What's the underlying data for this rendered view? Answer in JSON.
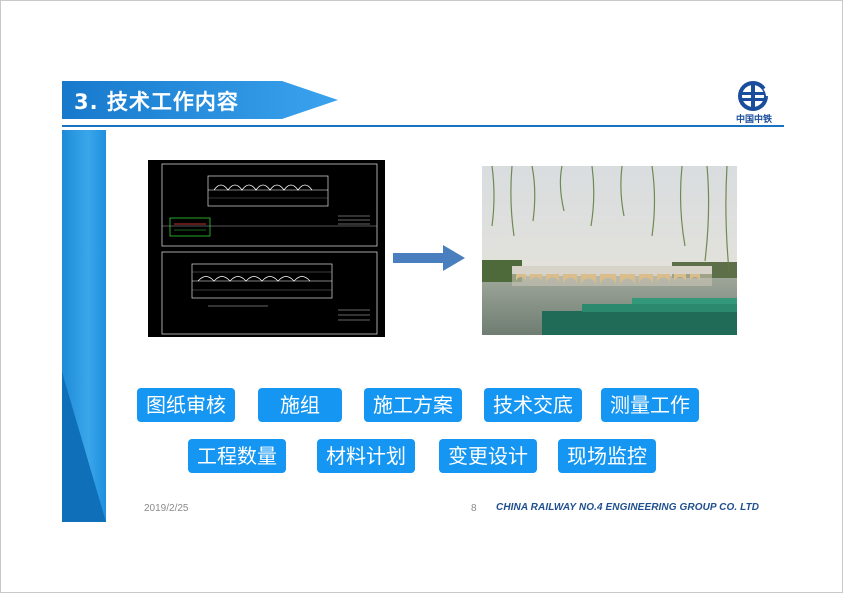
{
  "slide": {
    "title": "3. 技术工作内容",
    "logo": {
      "text": "中国中铁",
      "icon": "crec-logo-icon"
    },
    "images": [
      {
        "name": "cad-bridge-drawing",
        "alt": ""
      },
      {
        "name": "bridge-photo",
        "alt": ""
      }
    ],
    "buttons_row1": [
      "图纸审核",
      "施组",
      "施工方案",
      "技术交底",
      "测量工作"
    ],
    "buttons_row2": [
      "工程数量",
      "材料计划",
      "变更设计",
      "现场监控"
    ],
    "footer": {
      "date": "2019/2/25",
      "page": "8",
      "company": "CHINA RAILWAY NO.4 ENGINEERING GROUP CO. LTD"
    },
    "colors": {
      "accent": "#1596f2",
      "banner": "#2a8fe0",
      "rule": "#1a73c0",
      "company_text": "#1f4f8f"
    }
  }
}
